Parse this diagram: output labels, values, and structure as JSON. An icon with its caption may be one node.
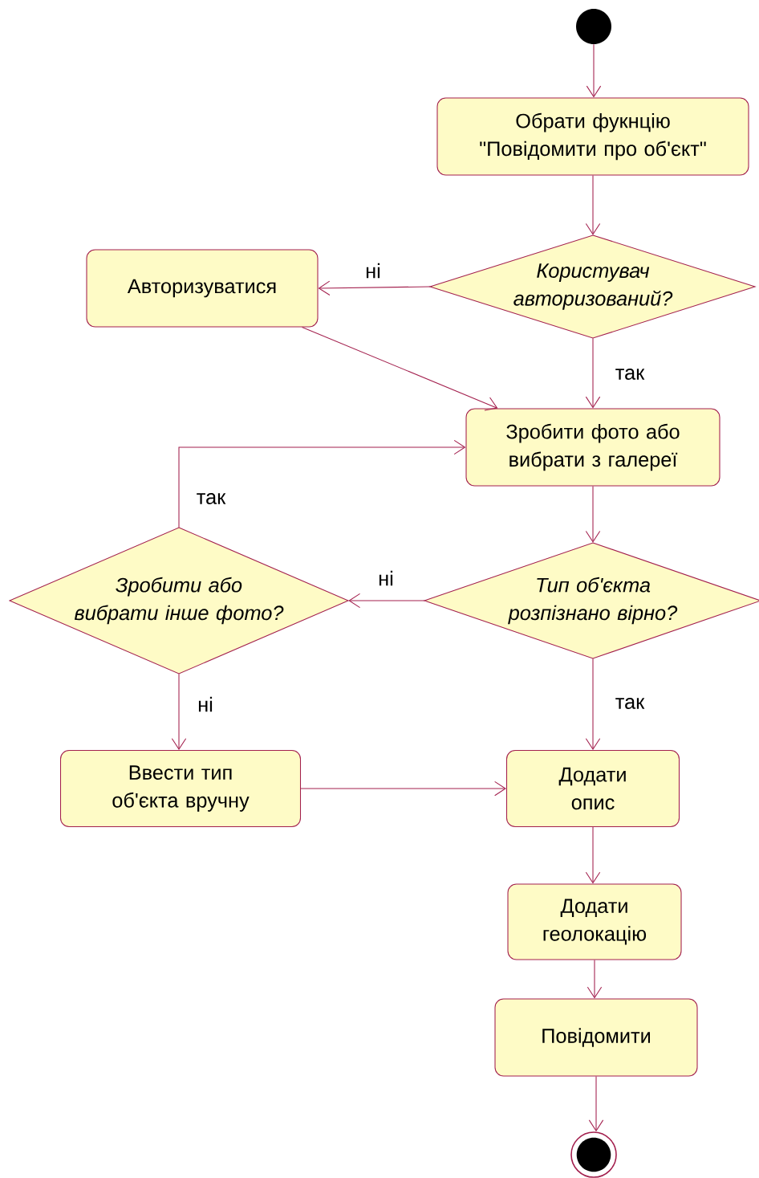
{
  "diagram": {
    "nodes": [
      {
        "text": [],
        "shape": "circle"
      },
      {
        "text": [
          "Обрати фукнцію \"Повідомити про об'єкт\""
        ]
      },
      {
        "text": [
          "Користувач авторизований?"
        ]
      },
      {
        "text": [
          "Авторизуватися"
        ]
      },
      {
        "text": [
          "Зробити фото або вибрати з галереї"
        ]
      },
      {
        "text": [
          "Тип об'єкта розпізнано вірно?"
        ]
      },
      {
        "text": [
          "Зробити або вибрати інше фото?"
        ]
      },
      {
        "text": [
          "Ввести тип об'єкта вручну"
        ]
      },
      {
        "text": [
          "Додати опис"
        ]
      },
      {
        "text": [
          "Додати геолокацію"
        ]
      },
      {
        "text": [
          "Повідомити"
        ]
      },
      {
        "text": [],
        "shape": "circle"
      }
    ],
    "edges": [
      {
        "from": 0,
        "to": 1,
        "arrow": "to"
      },
      {
        "from": 1,
        "to": 2,
        "arrow": "to"
      },
      {
        "from": 2,
        "to": 3,
        "arrow": "to",
        "label": "ні"
      },
      {
        "from": 2,
        "to": 4,
        "arrow": "to",
        "label": "так"
      },
      {
        "from": 3,
        "to": 4,
        "arrow": "to"
      },
      {
        "from": 4,
        "to": 5,
        "arrow": "to"
      },
      {
        "from": 5,
        "to": 6,
        "arrow": "to",
        "label": "ні"
      },
      {
        "from": 6,
        "to": 4,
        "arrow": "to",
        "label": "так"
      },
      {
        "from": 6,
        "to": 7,
        "arrow": "to",
        "label": "ні"
      },
      {
        "from": 5,
        "to": 8,
        "arrow": "to",
        "label": "так"
      },
      {
        "from": 7,
        "to": 8,
        "arrow": "to"
      },
      {
        "from": 8,
        "to": 9,
        "arrow": "to"
      },
      {
        "from": 9,
        "to": 10,
        "arrow": "to"
      },
      {
        "from": 10,
        "to": 11,
        "arrow": "to"
      }
    ]
  }
}
